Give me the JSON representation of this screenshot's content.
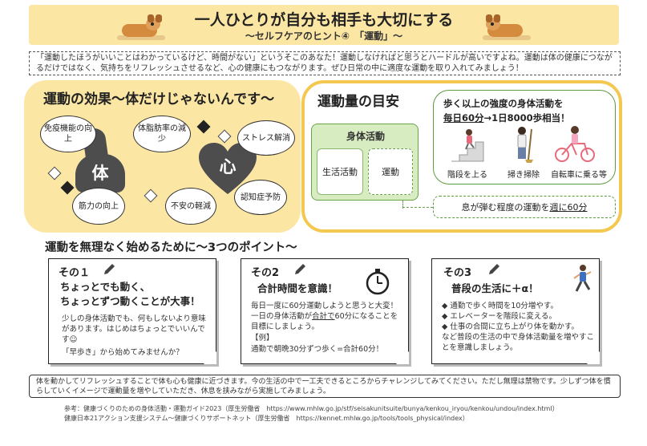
{
  "header": {
    "title": "一人ひとりが自分も相手も大切にする",
    "subtitle": "～セルフケアのヒント④　「運動」～"
  },
  "intro": "「運動したほうがいいことはわかっているけど、時間がない」というそこのあなた！運動しなければと思うとハードルが高いですよね。運動は体の健康につながるだけではなく、気持ちをリフレッシュさせるなど、心の健康にもつながります。ぜひ日常の中に適度な運動を取り入れてみましょう！",
  "effects": {
    "title": "運動の効果～体だけじゃないんです～",
    "body_kanji": "体",
    "mind_kanji": "心",
    "bubbles": {
      "immune": "免疫機能の向上",
      "fat": "体脂肪率の減少",
      "muscle": "筋力の向上",
      "anxiety": "不安の軽減",
      "stress": "ストレス解消",
      "cognitive": "認知症予防"
    }
  },
  "amount": {
    "title": "運動量の目安",
    "activity": "身体活動",
    "life": "生活活動",
    "exercise": "運動",
    "walk_line1": "歩く以上の強度の身体活動を",
    "walk_daily": "毎日60分",
    "walk_line2_rest": "→1日8000歩相当！",
    "figures": [
      "階段を上る",
      "掃き掃除",
      "自転車に乗る等"
    ],
    "sweat_pre": "息が弾む程度の運動を",
    "sweat_weekly": "週に60分"
  },
  "points": {
    "title": "運動を無理なく始めるために～3つのポイント～",
    "cards": [
      {
        "num": "その１",
        "head1": "ちょっとでも動く、",
        "head2": "ちょっとずつ動くことが大事！",
        "body1": "少しの身体活動でも、何もしないより意味があります。はじめはちょっとでいいんです☺",
        "body2": "「早歩き」から始めてみませんか？"
      },
      {
        "num": "その2",
        "head1": "合計時間を意識！",
        "body1_a": "毎日一度に60分運動しようと思うと大変！一日の身体活動が",
        "body1_u": "合計で",
        "body1_b": "60分になることを目標にしましょう。",
        "ex_label": "【例】",
        "ex": "通勤で朝晩30分ずつ歩く=合計60分！"
      },
      {
        "num": "その3",
        "head1": "普段の生活に＋α！",
        "list": [
          "通勤で歩く時間を10分増やす。",
          "エレベーターを階段に変える。",
          "仕事の合間に立ち上がり体を動かす。"
        ],
        "note": "など普段の生活の中で身体活動量を増やすことを意識しましょう。"
      }
    ]
  },
  "summary": "体を動かしてリフレッシュすることで体も心も健康に近づきます。今の生活の中で一工夫できるところからチャレンジしてみてください。ただし無理は禁物です。少しずつ体を慣らしていくイメージで運動量を増やしていただき、休息を挟みながら実施してみましょう。",
  "refs": [
    "参考：健康づくりのための身体活動・運動ガイド2023（厚生労働省　https://www.mhlw.go.jp/stf/seisakunitsuite/bunya/kenkou_iryou/kenkou/undou/index.html）",
    "健康日本21アクション支援システム～健康づくりサポートネット（厚生労働省　https://kennet.mhlw.go.jp/tools/tools_physical/index）"
  ],
  "colors": {
    "yellow": "#fbe6a4",
    "gold": "#f4c850",
    "green": "#6aa24a",
    "dark": "#4d4d4d"
  }
}
